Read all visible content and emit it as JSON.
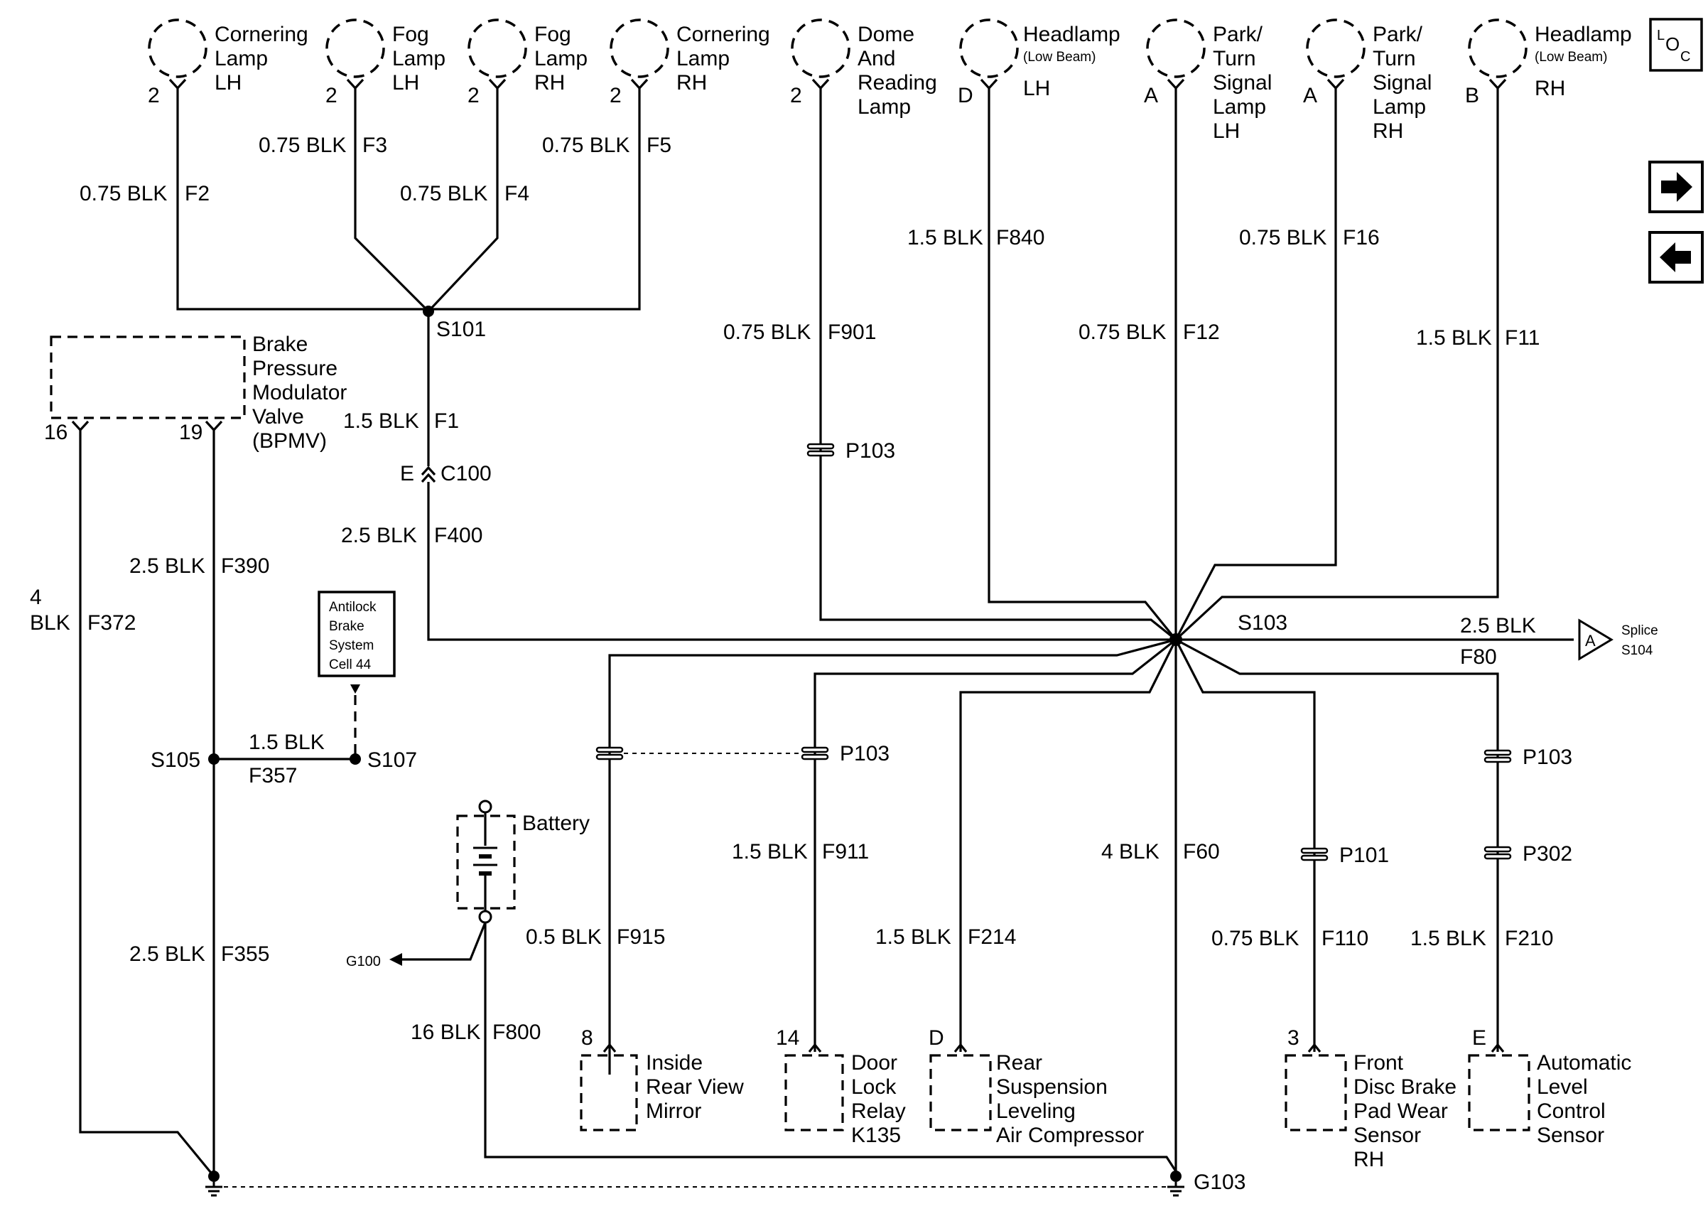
{
  "components": {
    "lamp_cornering_lh": [
      "Cornering",
      "Lamp",
      "LH"
    ],
    "lamp_fog_lh": [
      "Fog",
      "Lamp",
      "LH"
    ],
    "lamp_fog_rh": [
      "Fog",
      "Lamp",
      "RH"
    ],
    "lamp_cornering_rh": [
      "Cornering",
      "Lamp",
      "RH"
    ],
    "lamp_dome": [
      "Dome",
      "And",
      "Reading",
      "Lamp"
    ],
    "lamp_headlamp_lh": {
      "name": "Headlamp",
      "sub": "(Low Beam)",
      "side": "LH"
    },
    "lamp_park_lh": [
      "Park/",
      "Turn",
      "Signal",
      "Lamp",
      "LH"
    ],
    "lamp_park_rh": [
      "Park/",
      "Turn",
      "Signal",
      "Lamp",
      "RH"
    ],
    "lamp_headlamp_rh": {
      "name": "Headlamp",
      "sub": "(Low Beam)",
      "side": "RH"
    },
    "bpmv": [
      "Brake",
      "Pressure",
      "Modulator",
      "Valve",
      "(BPMV)"
    ],
    "abs_ref": [
      "Antilock",
      "Brake",
      "System",
      "Cell 44"
    ],
    "battery": "Battery",
    "mirror": [
      "Inside",
      "Rear View",
      "Mirror"
    ],
    "door_relay": [
      "Door",
      "Lock",
      "Relay",
      "K135"
    ],
    "rear_susp": [
      "Rear",
      "Suspension",
      "Leveling",
      "Air Compressor"
    ],
    "pad_sensor": [
      "Front",
      "Disc Brake",
      "Pad Wear",
      "Sensor",
      "RH"
    ],
    "level_sensor": [
      "Automatic",
      "Level",
      "Control",
      "Sensor"
    ]
  },
  "pins": {
    "cornering_lh": "2",
    "fog_lh": "2",
    "fog_rh": "2",
    "cornering_rh": "2",
    "dome": "2",
    "headlamp_lh": "D",
    "park_lh": "A",
    "park_rh": "A",
    "headlamp_rh": "B",
    "bpmv_16": "16",
    "bpmv_19": "19",
    "c100": "E",
    "mirror": "8",
    "door_relay": "14",
    "rear_susp": "D",
    "pad_sensor": "3",
    "level_sensor": "E"
  },
  "wires": {
    "f2": {
      "size": "0.75 BLK",
      "circuit": "F2"
    },
    "f3": {
      "size": "0.75 BLK",
      "circuit": "F3"
    },
    "f4": {
      "size": "0.75 BLK",
      "circuit": "F4"
    },
    "f5": {
      "size": "0.75 BLK",
      "circuit": "F5"
    },
    "f1": {
      "size": "1.5 BLK",
      "circuit": "F1"
    },
    "f400": {
      "size": "2.5 BLK",
      "circuit": "F400"
    },
    "f390": {
      "size": "2.5 BLK",
      "circuit": "F390"
    },
    "f372": {
      "size_top": "4",
      "size_bottom": "BLK",
      "circuit": "F372"
    },
    "f357": {
      "size": "1.5 BLK",
      "circuit": "F357"
    },
    "f355": {
      "size": "2.5 BLK",
      "circuit": "F355"
    },
    "f901": {
      "size": "0.75 BLK",
      "circuit": "F901"
    },
    "f840": {
      "size": "1.5 BLK",
      "circuit": "F840"
    },
    "f12": {
      "size": "0.75 BLK",
      "circuit": "F12"
    },
    "f16": {
      "size": "0.75 BLK",
      "circuit": "F16"
    },
    "f11": {
      "size": "1.5 BLK",
      "circuit": "F11"
    },
    "f80": {
      "size": "2.5 BLK",
      "circuit": "F80"
    },
    "f915": {
      "size": "0.5 BLK",
      "circuit": "F915"
    },
    "f911": {
      "size": "1.5 BLK",
      "circuit": "F911"
    },
    "f214": {
      "size": "1.5 BLK",
      "circuit": "F214"
    },
    "f60": {
      "size": "4 BLK",
      "circuit": "F60"
    },
    "f110": {
      "size": "0.75 BLK",
      "circuit": "F110"
    },
    "f210": {
      "size": "1.5 BLK",
      "circuit": "F210"
    },
    "f800": {
      "size": "16 BLK",
      "circuit": "F800"
    }
  },
  "splices": {
    "s101": "S101",
    "s103": "S103",
    "s105": "S105",
    "s107": "S107"
  },
  "connectors": {
    "c100": "C100",
    "p103_dome": "P103",
    "p103_relay": "P103",
    "p103_level": "P103",
    "p101": "P101",
    "p302": "P302"
  },
  "grounds": {
    "g100": "G100",
    "g103": "G103"
  },
  "offpage": {
    "letter": "A",
    "line1": "Splice",
    "line2": "S104"
  },
  "nav": {
    "loc_l": "L",
    "loc_o": "O",
    "loc_c": "C",
    "next_icon": "arrow-right-icon",
    "prev_icon": "arrow-left-icon"
  }
}
